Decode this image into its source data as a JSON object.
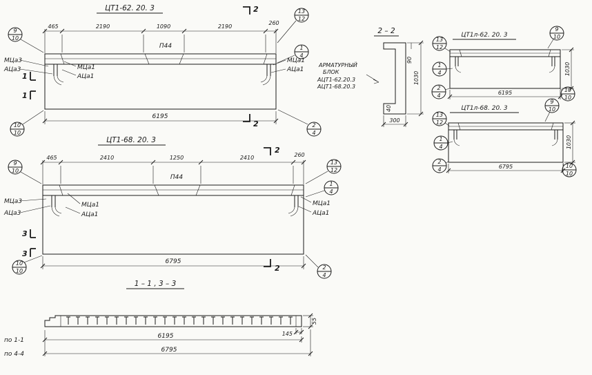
{
  "page": {
    "bg": "#fafaf7",
    "ink": "#1a1a1a"
  },
  "v1": {
    "title": "ЦТ1-62. 20. 3",
    "dims": [
      "465",
      "2190",
      "1090",
      "2190",
      "260"
    ],
    "total": "6195",
    "part": "П44",
    "lbl_l1": "МЦа3",
    "lbl_l2": "АЦа3",
    "lbl_m1": "МЦа1",
    "lbl_m2": "АЦа1",
    "lbl_r1": "МЦа1",
    "lbl_r2": "АЦа1",
    "cut_v": "2",
    "cut_h": "1",
    "co_tl_t": "9",
    "co_tl_b": "10",
    "co_tr_t": "13",
    "co_tr_b": "12",
    "co_r_t": "1",
    "co_r_b": "4",
    "co_bl_t": "10",
    "co_bl_b": "10",
    "co_br_t": "2",
    "co_br_b": "4"
  },
  "v2": {
    "title": "ЦТ1-68. 20. 3",
    "dims": [
      "465",
      "2410",
      "1250",
      "2410",
      "260"
    ],
    "total": "6795",
    "part": "П44",
    "lbl_l1": "МЦа3",
    "lbl_l2": "АЦа3",
    "lbl_m1": "МЦа1",
    "lbl_m2": "АЦа1",
    "lbl_r1": "МЦа1",
    "lbl_r2": "АЦа1",
    "cut_v": "2",
    "cut_h": "3",
    "co_tl_t": "9",
    "co_tl_b": "10",
    "co_tr_t": "13",
    "co_tr_b": "12",
    "co_r_t": "1",
    "co_r_b": "4",
    "co_bl_t": "10",
    "co_bl_b": "10",
    "co_br_t": "2",
    "co_br_b": "4"
  },
  "s22": {
    "title": "2 – 2",
    "w": "300",
    "h": "1030",
    "t_top": "90",
    "t_bot": "40",
    "note1": "АРМАТУРНЫЙ",
    "note2": "БЛОК",
    "note3": "АЦТ1-62.20.3",
    "note4": "АЦТ1-68.20.3"
  },
  "r1": {
    "title": "ЦТ1л-62. 20. 3",
    "total": "6195",
    "h": "1030",
    "co_l1_t": "13",
    "co_l1_b": "12",
    "co_l2_t": "1",
    "co_l2_b": "4",
    "co_l3_t": "2",
    "co_l3_b": "4",
    "co_rt_t": "9",
    "co_rt_b": "10",
    "co_rb_t": "10",
    "co_rb_b": "10"
  },
  "r2": {
    "title": "ЦТ1л-68. 20. 3",
    "total": "6795",
    "h": "1030",
    "co_l1_t": "13",
    "co_l1_b": "12",
    "co_l2_t": "1",
    "co_l2_b": "4",
    "co_l3_t": "2",
    "co_l3_b": "4",
    "co_rt_t": "9",
    "co_rt_b": "10",
    "co_rb_t": "10",
    "co_rb_b": "10"
  },
  "b": {
    "title": "1 – 1 ,  3 – 3",
    "row1_lbl": "по 1-1",
    "row1_dim": "6195",
    "row2_lbl": "по 4-4",
    "row2_dim": "6795",
    "d_end": "145",
    "d_th": "55"
  }
}
